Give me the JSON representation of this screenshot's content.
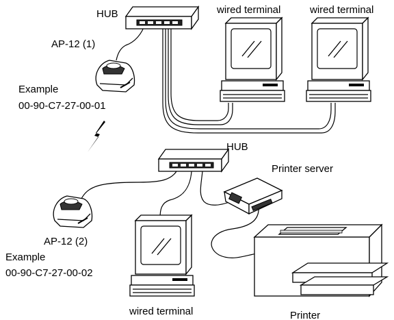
{
  "labels": {
    "hub_top": "HUB",
    "hub_bottom": "HUB",
    "wired_terminal_1": "wired terminal",
    "wired_terminal_2": "wired terminal",
    "wired_terminal_3": "wired terminal",
    "ap_top": "AP-12 (1)",
    "ap_bottom": "AP-12 (2)",
    "example_top": "Example",
    "mac_top": "00-90-C7-27-00-01",
    "example_bottom": "Example",
    "mac_bottom": "00-90-C7-27-00-02",
    "printer_server": "Printer server",
    "printer": "Printer"
  }
}
